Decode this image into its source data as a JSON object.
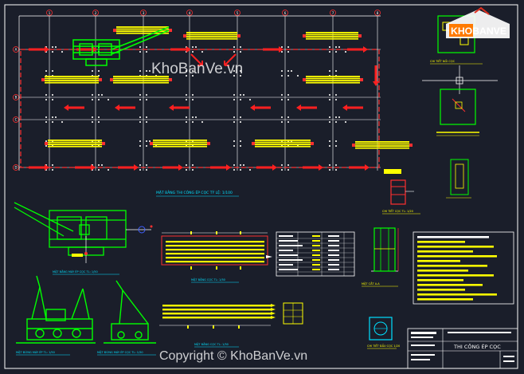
{
  "watermark": {
    "brand": "KhoBanVe.vn",
    "copyright": "Copyright © KhoBanVe.vn"
  },
  "logo": {
    "text": "KHOBANVE"
  },
  "grid_columns": [
    "1",
    "2",
    "3",
    "4",
    "5",
    "6",
    "7",
    "8"
  ],
  "grid_rows": [
    "A",
    "B",
    "C",
    "D"
  ],
  "titles": {
    "plan_title": "MẶT BẰNG THI CÔNG ÉP CỌC TỶ LỆ: 1/100",
    "machine_plan": "MẶT BẰNG MÁY ÉP CỌC TL: 1/50",
    "machine_elev_1": "MẶT ĐỨNG MÁY ÉP TL: 1/50",
    "machine_elev_2": "MẶT ĐỨNG MÁY ÉP CỌC TL: 1/50",
    "pile_plan_1": "MẶT BẰNG CỌC TL: 1/50",
    "pile_plan_2": "MẶT BẰNG CỌC TL: 1/50",
    "pile_detail": "CHI TIẾT CỌC TL: 1/20",
    "joint_detail": "CHI TIẾT NỐI CỌC",
    "section_a": "MẶT CẮT A-A",
    "pile_head_detail": "CHI TIẾT ĐẦU CỌC 1/20"
  },
  "title_block": {
    "drawing_title": "THI CÔNG ÉP CỌC"
  },
  "colors": {
    "background": "#1a1e2a",
    "grid": "#ffffff",
    "pile": "#ffff00",
    "machine": "#00ff00",
    "arrow": "#ff2020",
    "accent": "#ff3030"
  }
}
